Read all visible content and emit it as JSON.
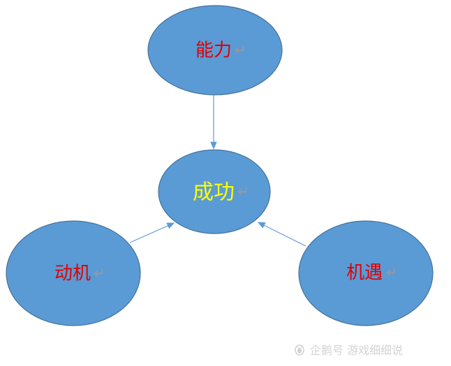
{
  "nodes": [
    {
      "id": "ability",
      "label": "能力",
      "label_color": "#e00000"
    },
    {
      "id": "success",
      "label": "成功",
      "label_color": "#ffff00"
    },
    {
      "id": "motivation",
      "label": "动机",
      "label_color": "#e00000"
    },
    {
      "id": "opportunity",
      "label": "机遇",
      "label_color": "#e00000"
    }
  ],
  "edges": [
    {
      "from": "ability",
      "to": "success"
    },
    {
      "from": "motivation",
      "to": "success"
    },
    {
      "from": "opportunity",
      "to": "success"
    }
  ],
  "paragraph_mark": "↵",
  "colors": {
    "node_fill": "#5b9bd5",
    "node_stroke": "#41719c",
    "edge": "#5b9bd5",
    "paragraph_mark": "#9a9a9a",
    "watermark": "#d3d3d3"
  },
  "watermark": {
    "icon": "penguin-icon",
    "text": "企鹅号 游戏细细说"
  }
}
